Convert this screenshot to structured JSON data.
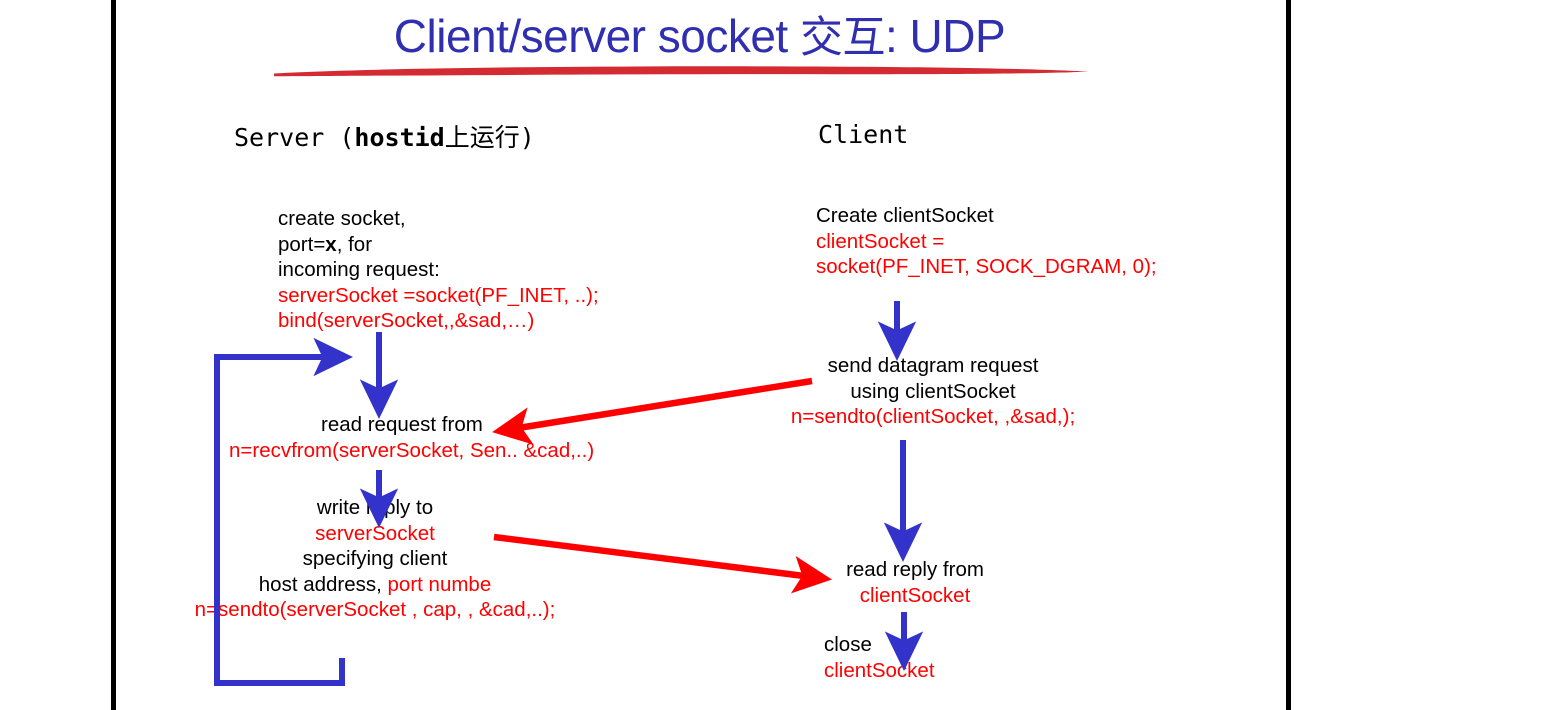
{
  "slide": {
    "title_prefix": "Client/server socket ",
    "title_cjk": "交互",
    "title_suffix": ": UDP",
    "title_color": "#2F2FB0",
    "underline_color": "#D42A32",
    "code_color": "#FF0000",
    "flow_arrow_color": "#3333CC",
    "transfer_arrow_color": "#FF0000",
    "frame_color": "#000000"
  },
  "columns": {
    "server": {
      "header_prefix": "Server (",
      "header_mono": "hostid",
      "header_suffix": "上运行)",
      "steps": {
        "create": {
          "line1": "create socket,",
          "line2_a": "port=",
          "line2_b": "x",
          "line2_c": ", for",
          "line3": "incoming request:",
          "code1": "serverSocket =socket(PF_INET, ..);",
          "code2": "bind(serverSocket,,&sad,…)"
        },
        "read": {
          "line1": "read request from",
          "code1": "n=recvfrom(serverSocket, Sen.. &cad,..)"
        },
        "write": {
          "line1": "write reply to",
          "code1": "serverSocket",
          "line2": "specifying client",
          "line3": "host address, ",
          "code2": "port numbe",
          "code3": "n=sendto(serverSocket , cap, , &cad,..);"
        }
      }
    },
    "client": {
      "header": "Client",
      "steps": {
        "create": {
          "line1": "Create clientSocket",
          "code1": "clientSocket =",
          "code2": "socket(PF_INET, SOCK_DGRAM, 0);"
        },
        "send": {
          "line1": "send datagram request",
          "line2": "using clientSocket",
          "code1": "n=sendto(clientSocket, ,&sad,);"
        },
        "read": {
          "line1": "read reply from",
          "code1": "clientSocket"
        },
        "close": {
          "line1": "close",
          "code1": "clientSocket"
        }
      }
    }
  }
}
